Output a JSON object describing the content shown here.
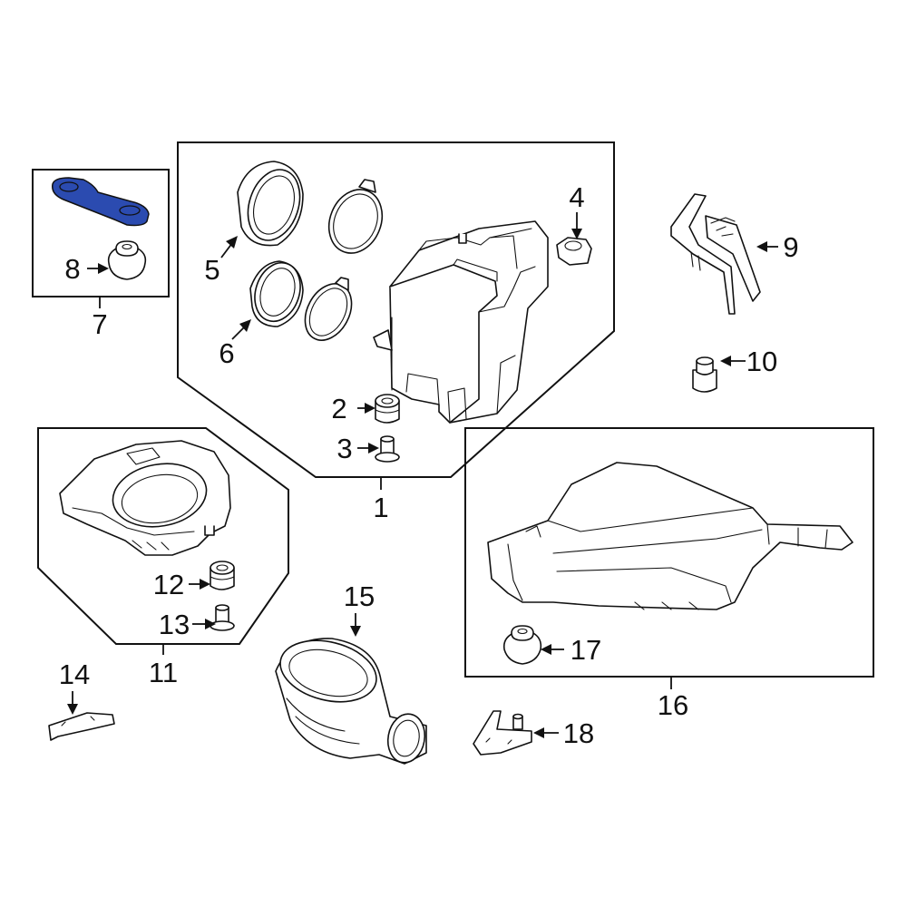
{
  "diagram": {
    "callouts": {
      "c1": "1",
      "c2": "2",
      "c3": "3",
      "c4": "4",
      "c5": "5",
      "c6": "6",
      "c7": "7",
      "c8": "8",
      "c9": "9",
      "c10": "10",
      "c11": "11",
      "c12": "12",
      "c13": "13",
      "c14": "14",
      "c15": "15",
      "c16": "16",
      "c17": "17",
      "c18": "18"
    },
    "highlight_color": "#2b4bb0",
    "line_color": "#111111"
  }
}
